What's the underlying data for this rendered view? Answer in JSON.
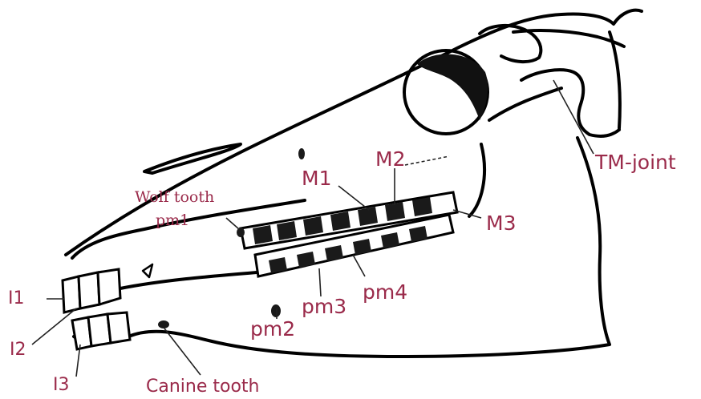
{
  "labels": {
    "i1": "I1",
    "i2": "I2",
    "i3": "I3",
    "canine": "Canine tooth",
    "wolf_line1": "Wolf tooth",
    "wolf_line2": "pm1",
    "pm2": "pm2",
    "pm3": "pm3",
    "pm4": "pm4",
    "m1": "M1",
    "m2": "M2",
    "m3": "M3",
    "tm_joint": "TM-joint"
  },
  "colors": {
    "label": "#9a2a4a",
    "outline": "#000000",
    "background": "#ffffff"
  }
}
